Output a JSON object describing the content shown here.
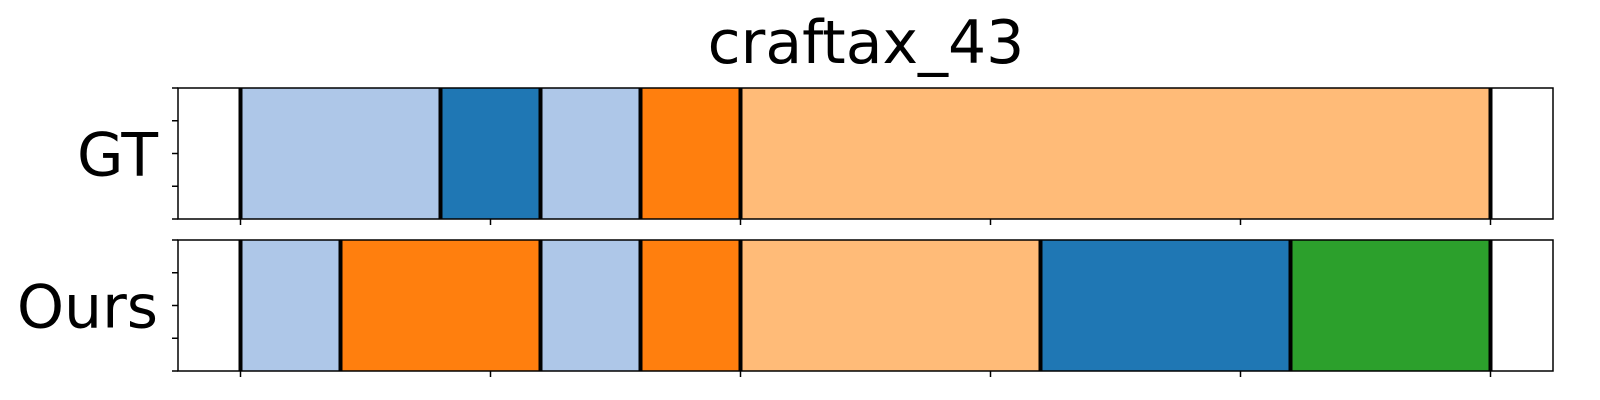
{
  "chart_data": {
    "type": "bar",
    "title": "craftax_43",
    "x_range": [
      0,
      55
    ],
    "x_ticks": [
      2.5,
      12.5,
      22.5,
      32.5,
      42.5,
      52.5
    ],
    "y_ticks_per_row": [
      0,
      0.25,
      0.5,
      0.75,
      1
    ],
    "rows": [
      {
        "label": "GT",
        "segments": [
          {
            "start": 2.5,
            "end": 10.5,
            "color": "#aec7e8"
          },
          {
            "start": 10.5,
            "end": 14.5,
            "color": "#1f77b4"
          },
          {
            "start": 14.5,
            "end": 18.5,
            "color": "#aec7e8"
          },
          {
            "start": 18.5,
            "end": 22.5,
            "color": "#ff7f0e"
          },
          {
            "start": 22.5,
            "end": 52.5,
            "color": "#ffbb78"
          }
        ]
      },
      {
        "label": "Ours",
        "segments": [
          {
            "start": 2.5,
            "end": 6.5,
            "color": "#aec7e8"
          },
          {
            "start": 6.5,
            "end": 14.5,
            "color": "#ff7f0e"
          },
          {
            "start": 14.5,
            "end": 18.5,
            "color": "#aec7e8"
          },
          {
            "start": 18.5,
            "end": 22.5,
            "color": "#ff7f0e"
          },
          {
            "start": 22.5,
            "end": 34.5,
            "color": "#ffbb78"
          },
          {
            "start": 34.5,
            "end": 44.5,
            "color": "#1f77b4"
          },
          {
            "start": 44.5,
            "end": 52.5,
            "color": "#2ca02c"
          }
        ]
      }
    ],
    "boundary_color": "#000000",
    "grid": false,
    "legend": "none"
  }
}
